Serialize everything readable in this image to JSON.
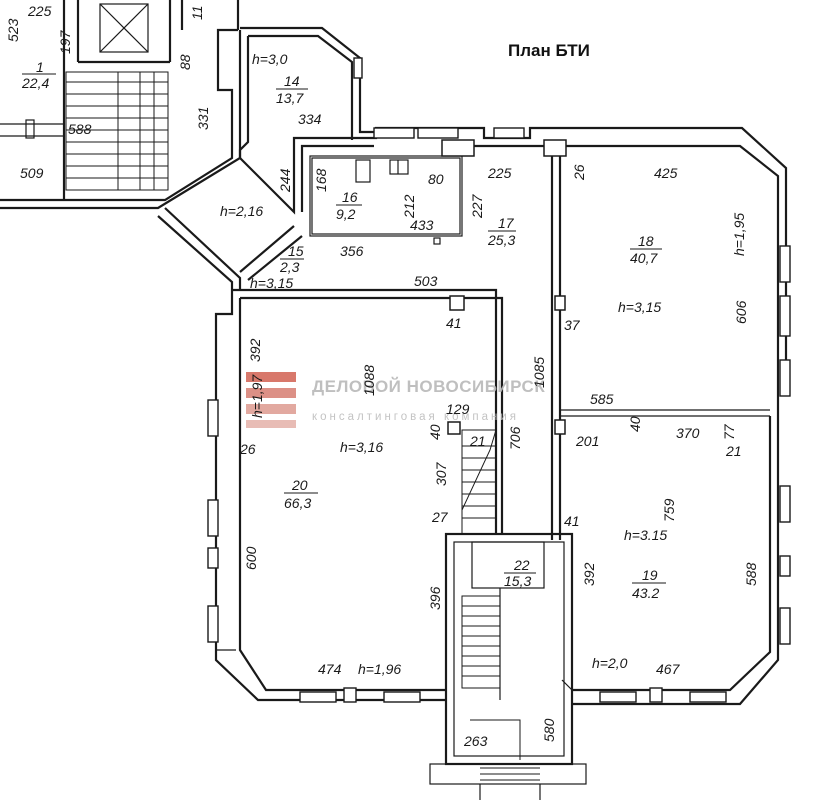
{
  "title": "План БТИ",
  "watermark": {
    "line1": "ДЕЛОВОЙ НОВОСИБИРСК",
    "line2": "консалтинговая компания",
    "color": "#c0392b"
  },
  "rooms": [
    {
      "id": "r1",
      "number": "1",
      "area": "22,4"
    },
    {
      "id": "r14",
      "number": "14",
      "area": "13,7"
    },
    {
      "id": "r15",
      "number": "15",
      "area": "2,3"
    },
    {
      "id": "r16",
      "number": "16",
      "area": "9,2"
    },
    {
      "id": "r17",
      "number": "17",
      "area": "25,3"
    },
    {
      "id": "r18",
      "number": "18",
      "area": "40,7"
    },
    {
      "id": "r19",
      "number": "19",
      "area": "43.2"
    },
    {
      "id": "r20",
      "number": "20",
      "area": "66,3"
    },
    {
      "id": "r22",
      "number": "22",
      "area": "15,3"
    }
  ],
  "heights": [
    {
      "id": "h14",
      "text": "h=3,0"
    },
    {
      "id": "hcorr",
      "text": "h=2,16"
    },
    {
      "id": "h15",
      "text": "h=3,15"
    },
    {
      "id": "h18",
      "text": "h=3,15"
    },
    {
      "id": "h18b",
      "text": "h=1,95"
    },
    {
      "id": "h20",
      "text": "h=3,16"
    },
    {
      "id": "h20b",
      "text": "h=1,97"
    },
    {
      "id": "h20c",
      "text": "h=1,96"
    },
    {
      "id": "h19",
      "text": "h=3.15"
    },
    {
      "id": "h19b",
      "text": "h=2,0"
    }
  ],
  "dimensions": [
    {
      "id": "d225a",
      "text": "225"
    },
    {
      "id": "d523",
      "text": "523"
    },
    {
      "id": "d197",
      "text": "197"
    },
    {
      "id": "d11",
      "text": "11"
    },
    {
      "id": "d88",
      "text": "88"
    },
    {
      "id": "d331",
      "text": "331"
    },
    {
      "id": "d334",
      "text": "334"
    },
    {
      "id": "d588a",
      "text": "588"
    },
    {
      "id": "d509",
      "text": "509"
    },
    {
      "id": "d244",
      "text": "244"
    },
    {
      "id": "d168",
      "text": "168"
    },
    {
      "id": "d80",
      "text": "80"
    },
    {
      "id": "d212",
      "text": "212"
    },
    {
      "id": "d433",
      "text": "433"
    },
    {
      "id": "d227",
      "text": "227"
    },
    {
      "id": "d225b",
      "text": "225"
    },
    {
      "id": "d26a",
      "text": "26"
    },
    {
      "id": "d425",
      "text": "425"
    },
    {
      "id": "d356",
      "text": "356"
    },
    {
      "id": "d503",
      "text": "503"
    },
    {
      "id": "d41a",
      "text": "41"
    },
    {
      "id": "d37",
      "text": "37"
    },
    {
      "id": "d606",
      "text": "606"
    },
    {
      "id": "d392a",
      "text": "392"
    },
    {
      "id": "d1088",
      "text": "1088"
    },
    {
      "id": "d1085",
      "text": "1085"
    },
    {
      "id": "d585",
      "text": "585"
    },
    {
      "id": "d129",
      "text": "129"
    },
    {
      "id": "d40a",
      "text": "40"
    },
    {
      "id": "d21a",
      "text": "21"
    },
    {
      "id": "d706",
      "text": "706"
    },
    {
      "id": "d201",
      "text": "201"
    },
    {
      "id": "d40b",
      "text": "40"
    },
    {
      "id": "d370",
      "text": "370"
    },
    {
      "id": "d77",
      "text": "77"
    },
    {
      "id": "d21b",
      "text": "21"
    },
    {
      "id": "d26b",
      "text": "26"
    },
    {
      "id": "d307",
      "text": "307"
    },
    {
      "id": "d27",
      "text": "27"
    },
    {
      "id": "d41b",
      "text": "41"
    },
    {
      "id": "d759",
      "text": "759"
    },
    {
      "id": "d600",
      "text": "600"
    },
    {
      "id": "d396",
      "text": "396"
    },
    {
      "id": "d392b",
      "text": "392"
    },
    {
      "id": "d588b",
      "text": "588"
    },
    {
      "id": "d474",
      "text": "474"
    },
    {
      "id": "d467",
      "text": "467"
    },
    {
      "id": "d263",
      "text": "263"
    },
    {
      "id": "d580",
      "text": "580"
    }
  ]
}
